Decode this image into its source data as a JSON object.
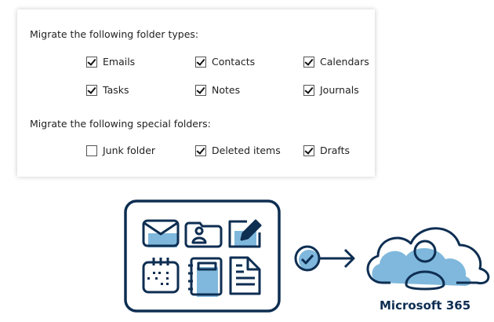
{
  "panel": {
    "folder_types_heading": "Migrate the following folder types:",
    "folder_types": [
      {
        "label": "Emails",
        "checked": true
      },
      {
        "label": "Contacts",
        "checked": true
      },
      {
        "label": "Calendars",
        "checked": true
      },
      {
        "label": "Tasks",
        "checked": true
      },
      {
        "label": "Notes",
        "checked": true
      },
      {
        "label": "Journals",
        "checked": true
      }
    ],
    "special_heading": "Migrate the following special folders:",
    "special_folders": [
      {
        "label": "Junk folder",
        "checked": false
      },
      {
        "label": "Deleted items",
        "checked": true
      },
      {
        "label": "Drafts",
        "checked": true
      }
    ]
  },
  "illustration": {
    "brand": "Microsoft 365",
    "colors": {
      "dark": "#0e2e52",
      "light": "#7fb8dc"
    }
  }
}
